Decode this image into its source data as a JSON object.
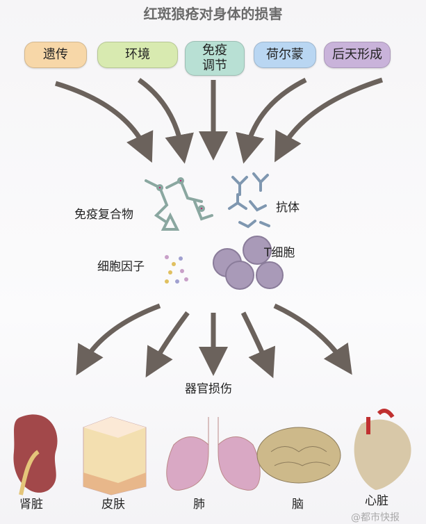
{
  "title": "红斑狼疮对身体的损害",
  "causes": [
    {
      "label": "遗传",
      "color": "#f7d7a8"
    },
    {
      "label": "环境",
      "color": "#d8eab0"
    },
    {
      "label": "免疫\n调节",
      "color": "#b8e0d4"
    },
    {
      "label": "荷尔蒙",
      "color": "#b9d6f2"
    },
    {
      "label": "后天形成",
      "color": "#c9b3da"
    }
  ],
  "mediators": {
    "immune_complex": "免疫复合物",
    "antibody": "抗体",
    "cytokine": "细胞因子",
    "t_cell": "T细胞"
  },
  "organ_damage": "器官损伤",
  "organs": [
    "肾脏",
    "皮肤",
    "肺",
    "脑",
    "心脏"
  ],
  "watermark": "@都市快报"
}
